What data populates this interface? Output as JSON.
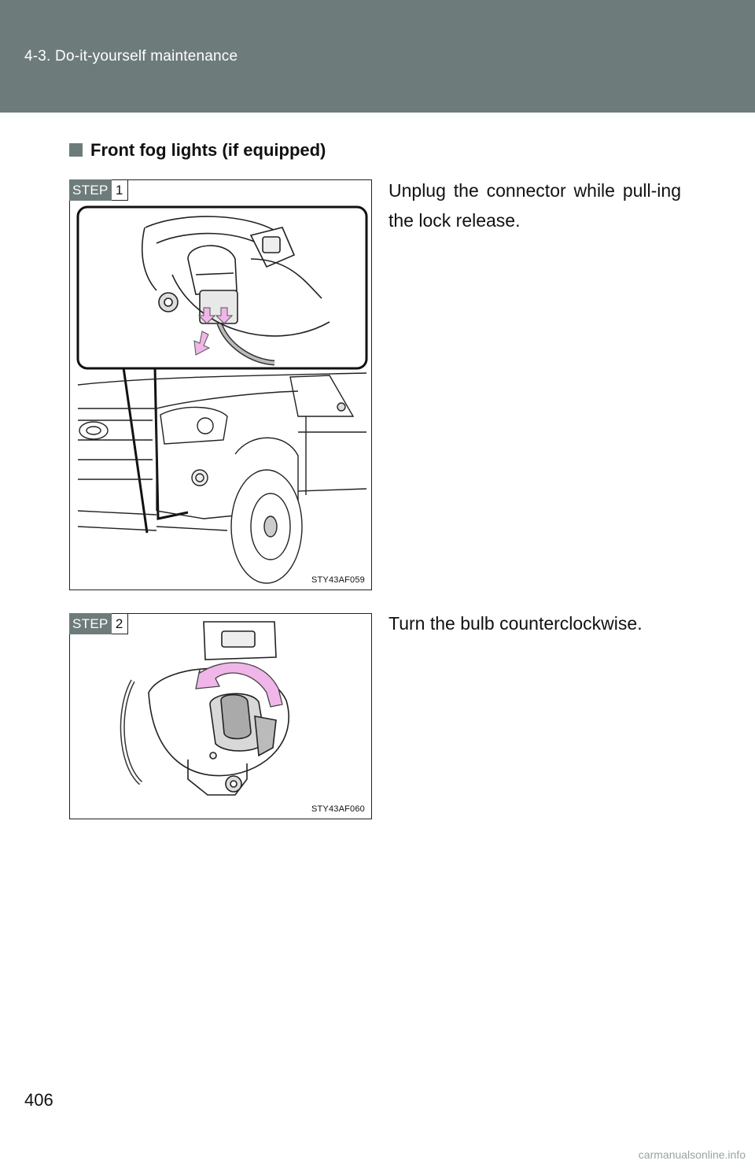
{
  "header": {
    "title": "4-3. Do-it-yourself maintenance"
  },
  "section": {
    "heading": "Front fog lights (if equipped)"
  },
  "steps": [
    {
      "word": "STEP",
      "number": "1",
      "figure_code": "STY43AF059",
      "instruction": "Unplug the connector while pull-ing the lock release."
    },
    {
      "word": "STEP",
      "number": "2",
      "figure_code": "STY43AF060",
      "instruction": "Turn the bulb counterclockwise."
    }
  ],
  "page_number": "406",
  "watermark": "carmanualsonline.info",
  "colors": {
    "header": "#6e7b7b",
    "arrow": "#f0b6ea"
  }
}
